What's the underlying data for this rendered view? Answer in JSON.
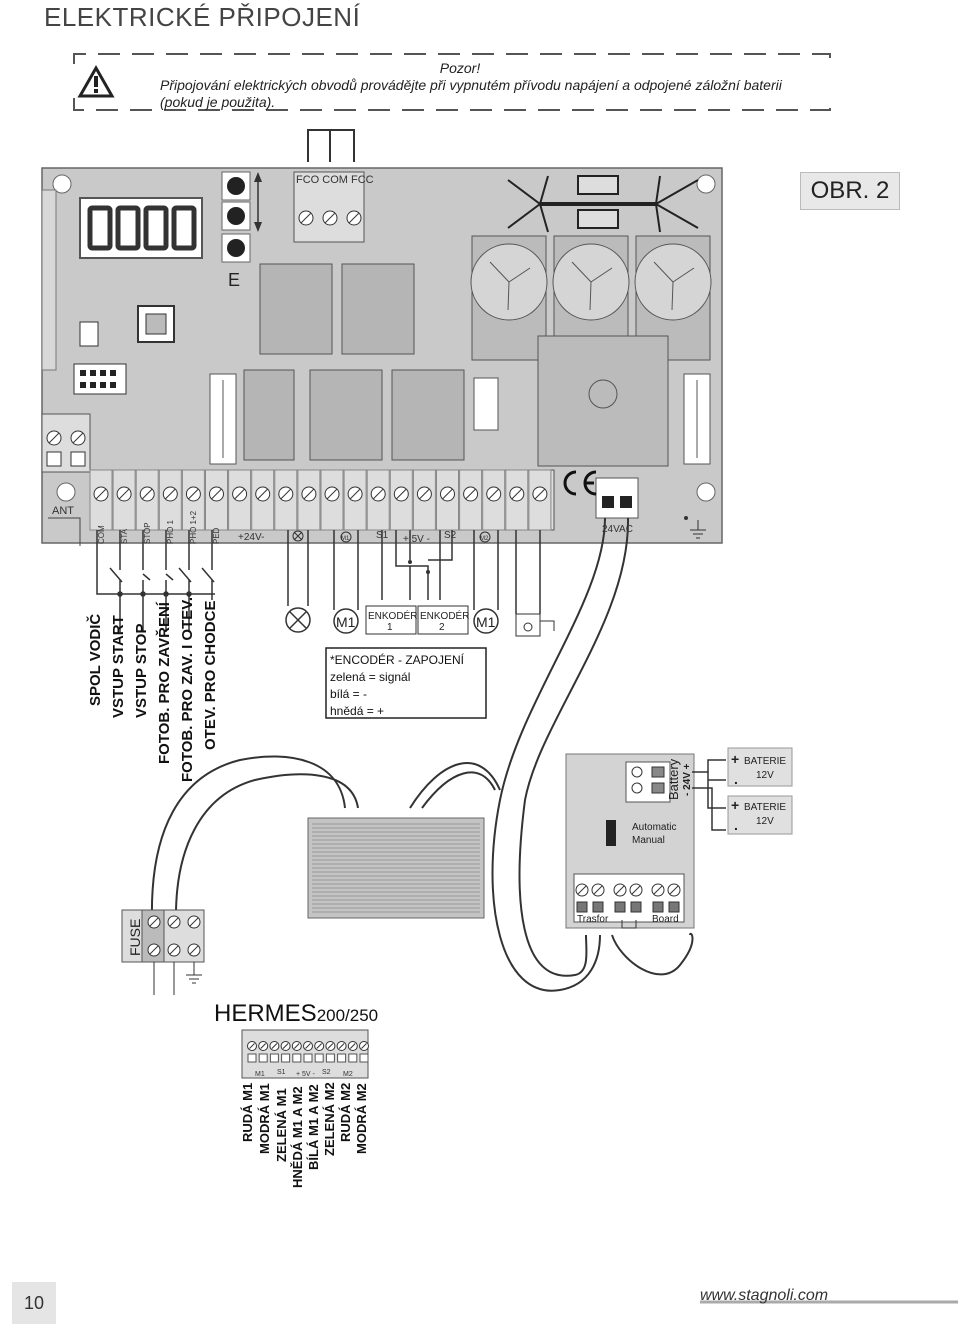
{
  "page": {
    "title": "ELEKTRICKÉ PŘIPOJENÍ",
    "figure_label": "OBR. 2",
    "page_number": "10",
    "website": "www.stagnoli.com"
  },
  "warning": {
    "heading": "Pozor!",
    "line1": "Připojování elektrických obvodů provádějte při vypnutém přívodu napájení a odpojené záložní baterii",
    "line2": "(pokud je použita)."
  },
  "board": {
    "relay_terminals": "FCO COM FCC",
    "button_label": "E",
    "antenna_label": "ANT",
    "terminal_labels": [
      "COM",
      "STA",
      "STOP",
      "PHO 1",
      "PHO 1+2",
      "PED"
    ],
    "power_24": "+24V-",
    "m1": "M1",
    "s1": "S1",
    "v5": "+ 5V -",
    "s2": "S2",
    "m2": "M2",
    "vac": "24VAC"
  },
  "inputs": [
    "SPOL VODIČ",
    "VSTUP START",
    "VSTUP STOP",
    "FOTOB. PRO ZAVŘENÍ",
    "FOTOB. PRO ZAV. I OTEV.",
    "OTEV. PRO CHODCE"
  ],
  "devices": {
    "motor1": "M1",
    "encoder1": [
      "ENKODÉR",
      "1"
    ],
    "encoder2": [
      "ENKODÉR",
      "2"
    ],
    "motor2": "M1"
  },
  "encoder_note": {
    "title": "*ENCODÉR - ZAPOJENÍ",
    "green": "zelená = signál",
    "white": "bílá = -",
    "brown": "hnědá = +"
  },
  "battery_module": {
    "battery_label": "Battery",
    "polarity": "- 24V +",
    "automatic": "Automatic",
    "manual": "Manual",
    "trasfor": "Trasfor",
    "board": "Board",
    "battery1": [
      "BATERIE",
      "12V"
    ],
    "battery2": [
      "BATERIE",
      "12V"
    ]
  },
  "fuse_label": "FUSE",
  "model": {
    "name": "HERMES",
    "variant": "200/250",
    "terminal_labels": [
      "M1",
      "S1",
      "+ 5V -",
      "S2",
      "M2"
    ],
    "wires": [
      "RUDÁ M1",
      "MODRÁ M1",
      "ZELENÁ M1",
      "HNĚDÁ M1 A M2",
      "BÍLÁ M1 A M2",
      "ZELENÁ M2",
      "RUDÁ M2",
      "MODRÁ M2"
    ]
  }
}
